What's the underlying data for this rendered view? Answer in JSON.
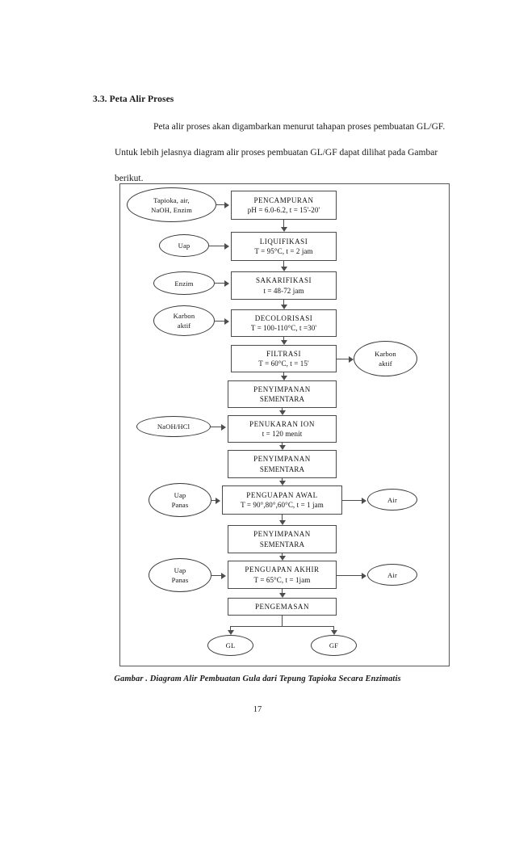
{
  "document": {
    "section_heading": "3.3. Peta Alir Proses",
    "paragraphs": [
      "Peta alir proses akan digambarkan menurut tahapan proses pembuatan GL/GF.",
      "Untuk lebih jelasnya diagram alir proses pembuatan GL/GF dapat dilihat pada Gambar",
      "berikut."
    ],
    "caption": "Gambar . Diagram Alir Pembuatan Gula dari Tepung Tapioka Secara Enzimatis",
    "page_number": "17"
  },
  "flowchart": {
    "process_nodes": [
      {
        "id": "pencampuran",
        "line1": "PENCAMPURAN",
        "line2": "pH = 6.0-6.2, t = 15'-20'"
      },
      {
        "id": "liquifikasi",
        "line1": "LIQUIFIKASI",
        "line2": "T = 95°C, t = 2 jam"
      },
      {
        "id": "sakarifikasi",
        "line1": "SAKARIFIKASI",
        "line2": "t = 48-72 jam"
      },
      {
        "id": "decolorisasi",
        "line1": "DECOLORISASI",
        "line2": "T = 100-110°C, t =30'"
      },
      {
        "id": "filtrasi",
        "line1": "FILTRASI",
        "line2": "T = 60°C, t = 15'"
      },
      {
        "id": "penyimpanan-1",
        "line1": "PENYIMPANAN",
        "line2": "SEMENTARA"
      },
      {
        "id": "penukaran-ion",
        "line1": "PENUKARAN ION",
        "line2": "t = 120 menit"
      },
      {
        "id": "penyimpanan-2",
        "line1": "PENYIMPANAN",
        "line2": "SEMENTARA"
      },
      {
        "id": "penguapan-awal",
        "line1": "PENGUAPAN AWAL",
        "line2": "T = 90°,80°,60°C, t = 1 jam"
      },
      {
        "id": "penyimpanan-3",
        "line1": "PENYIMPANAN",
        "line2": "SEMENTARA"
      },
      {
        "id": "penguapan-akhir",
        "line1": "PENGUAPAN AKHIR",
        "line2": "T = 65°C, t = 1jam"
      },
      {
        "id": "pengemasan",
        "line1": "PENGEMASAN",
        "line2": ""
      }
    ],
    "input_nodes": [
      {
        "id": "bahan-baku",
        "line1": "Tapioka, air,",
        "line2": "NaOH, Enzim"
      },
      {
        "id": "uap",
        "line1": "Uap",
        "line2": ""
      },
      {
        "id": "enzim",
        "line1": "Enzim",
        "line2": ""
      },
      {
        "id": "karbon-aktif-in",
        "line1": "Karbon",
        "line2": "aktif"
      },
      {
        "id": "naoh-hcl",
        "line1": "NaOH/HCl",
        "line2": ""
      },
      {
        "id": "uap-panas-1",
        "line1": "Uap",
        "line2": "Panas"
      },
      {
        "id": "uap-panas-2",
        "line1": "Uap",
        "line2": "Panas"
      }
    ],
    "output_nodes": [
      {
        "id": "karbon-aktif-out",
        "line1": "Karbon",
        "line2": "aktif"
      },
      {
        "id": "air-1",
        "line1": "Air",
        "line2": ""
      },
      {
        "id": "air-2",
        "line1": "Air",
        "line2": ""
      },
      {
        "id": "produk-gl",
        "line1": "GL",
        "line2": ""
      },
      {
        "id": "produk-gf",
        "line1": "GF",
        "line2": ""
      }
    ],
    "colors": {
      "line": "#4d4d4d",
      "box_border": "#4a4a4a",
      "frame_border": "#555555",
      "text": "#111111",
      "background": "#ffffff"
    }
  }
}
